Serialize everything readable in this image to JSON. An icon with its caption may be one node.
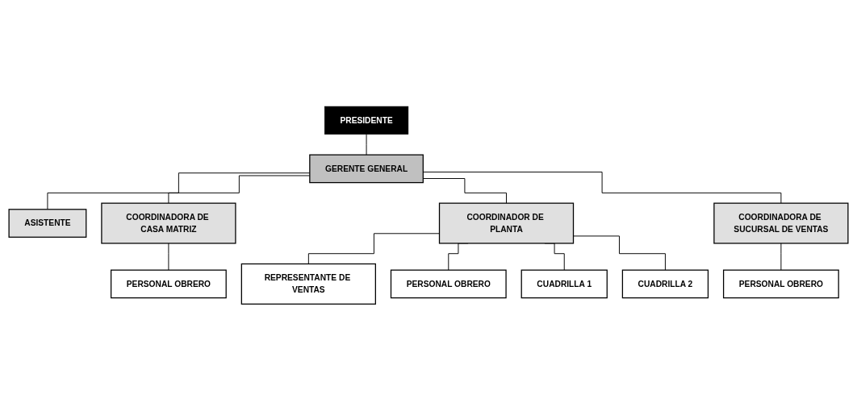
{
  "diagram": {
    "nodes": [
      {
        "text": [
          "PRESIDENTE"
        ]
      },
      {
        "text": [
          "GERENTE GENERAL"
        ]
      },
      {
        "text": [
          "ASISTENTE"
        ]
      },
      {
        "text": [
          "COORDINADORA DE CASA MATRIZ"
        ]
      },
      {
        "text": [
          "COORDINADOR DE PLANTA"
        ]
      },
      {
        "text": [
          "COORDINADORA DE SUCURSAL DE VENTAS"
        ]
      },
      {
        "text": [
          "PERSONAL OBRERO"
        ]
      },
      {
        "text": [
          "REPRESENTANTE DE VENTAS"
        ]
      },
      {
        "text": [
          "PERSONAL OBRERO"
        ]
      },
      {
        "text": [
          "PERSONAL OBRERO"
        ]
      },
      {
        "text": [
          "CUADRILLA 1"
        ]
      },
      {
        "text": [
          "CUADRILLA 2"
        ]
      }
    ],
    "edges": [
      {
        "from": 0,
        "to": 1,
        "arrow": "none"
      },
      {
        "from": 1,
        "to": 2,
        "arrow": "none"
      },
      {
        "from": 1,
        "to": 3,
        "arrow": "none"
      },
      {
        "from": 1,
        "to": 4,
        "arrow": "none"
      },
      {
        "from": 1,
        "to": 5,
        "arrow": "none"
      },
      {
        "from": 3,
        "to": 6,
        "arrow": "none"
      },
      {
        "from": 4,
        "to": 7,
        "arrow": "none"
      },
      {
        "from": 4,
        "to": 8,
        "arrow": "none"
      },
      {
        "from": 5,
        "to": 9,
        "arrow": "none"
      },
      {
        "from": 4,
        "to": 10,
        "arrow": "none"
      },
      {
        "from": 4,
        "to": 11,
        "arrow": "none"
      }
    ]
  }
}
